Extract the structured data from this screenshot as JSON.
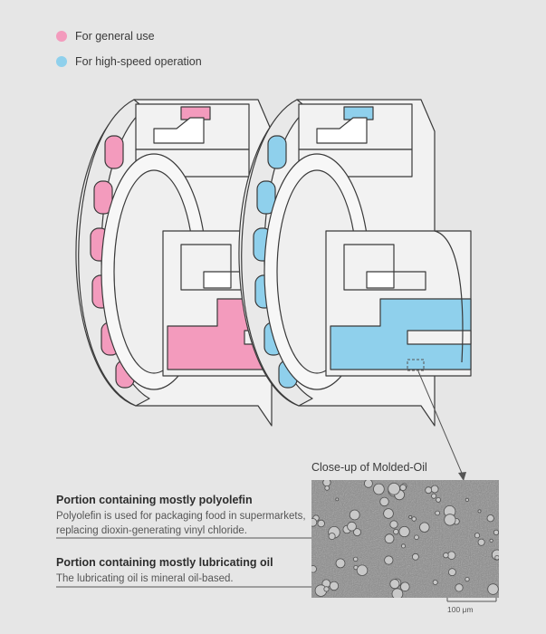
{
  "legend": [
    {
      "label": "For general use",
      "color": "#f39bbd"
    },
    {
      "label": "For high-speed operation",
      "color": "#8fd0ec"
    }
  ],
  "closeup": {
    "title": "Close-up of Molded-Oil",
    "scale_label": "100 μm"
  },
  "annotations": [
    {
      "heading": "Portion containing mostly polyolefin",
      "lines": [
        "Polyolefin is used for packaging food in supermarkets,",
        "replacing dioxin-generating vinyl chloride."
      ]
    },
    {
      "heading": "Portion containing mostly lubricating oil",
      "lines": [
        "The lubricating oil is mineral oil-based."
      ]
    }
  ],
  "colors": {
    "pink": "#f39bbd",
    "blue": "#8fd0ec",
    "outline": "#3a3a3a",
    "metal": "#f2f2f2"
  }
}
